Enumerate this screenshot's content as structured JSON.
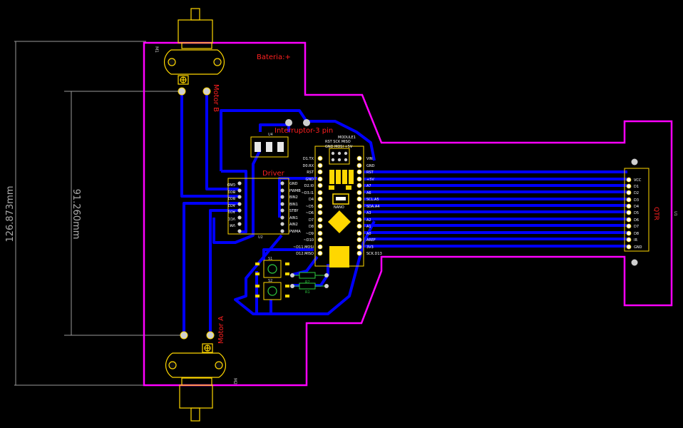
{
  "dimensions": {
    "overall": "126.873mm",
    "inner": "91.260mm"
  },
  "labels": {
    "battery": "Bateria:+",
    "motor_b": "Motor B",
    "motor_a": "Motor  A",
    "switch": "Interruptor-3 pin",
    "driver": "Driver",
    "qtr": "QTR",
    "m1": "M1",
    "m2": "M2",
    "u1": "U1",
    "u2": "U2",
    "u4": "U4",
    "r1": "R1",
    "r2": "R2",
    "s1": "S1",
    "s2": "S2"
  },
  "module": {
    "title": "MODULE1",
    "header_top": "RST  SCK  MISO",
    "header_bottom": "GND  MOSI  +5V",
    "chip_label": "NANO",
    "left_pins": [
      "D1.TX",
      "D0.RX",
      "RST",
      "GND",
      "D2.I0",
      "~D3.I1",
      "D4",
      "~D5",
      "~D6",
      "D7",
      "D8",
      "~D9",
      "~D10",
      "~D11.MOSI",
      "D12.MISO"
    ],
    "right_pins": [
      "VIN",
      "GND",
      "RST",
      "+5V",
      "A7",
      "A6",
      "SCL.A5",
      "SDA.A4",
      "A3",
      "A2",
      "A1",
      "A0",
      "AREF",
      "3V3",
      "SCK.D13"
    ]
  },
  "driver_pins": {
    "left": [
      "GND",
      "BO1",
      "BO2",
      "AO2",
      "AO1",
      "VCC",
      "VM"
    ],
    "right": [
      "GND",
      "PWMB",
      "BIN2",
      "BIN1",
      "STBY",
      "AIN1",
      "AIN2",
      "PWMA"
    ]
  },
  "qtr_pins": [
    "VCC",
    "D1",
    "D2",
    "D3",
    "D4",
    "D5",
    "D6",
    "D7",
    "D8",
    "IR",
    "GND"
  ],
  "colors": {
    "outline": "#ff00ff",
    "trace": "#0000ff",
    "silk": "#ffd700",
    "text": "#ff2020",
    "pad": "#ffffff",
    "dimension": "#9a9a9a"
  }
}
